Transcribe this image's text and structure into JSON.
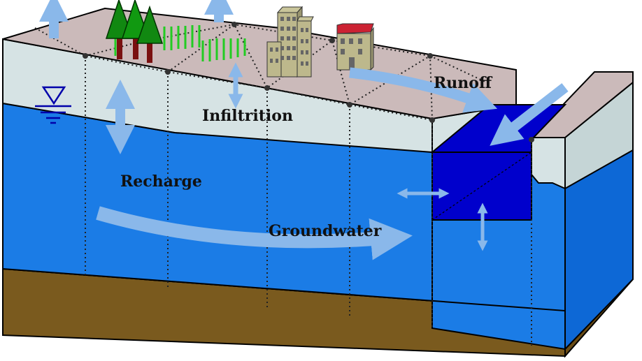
{
  "labels": {
    "runoff": "Runoff",
    "infiltration": "Infiltrition",
    "recharge": "Recharge",
    "groundwater": "Groundwater"
  },
  "colors": {
    "surface": "#cbbaba",
    "vadose": "#d6e3e4",
    "aquifer": "#1b7ce6",
    "aquifer_side": "#0d68d6",
    "lake": "#0000cc",
    "bedrock": "#7a5a1e",
    "arrow": "#8ab8ea"
  },
  "icons": {
    "water_table": "water-table-symbol-icon",
    "trees": "tree-icon",
    "crops": "crop-field-icon",
    "tower": "office-tower-icon",
    "house": "house-icon"
  }
}
